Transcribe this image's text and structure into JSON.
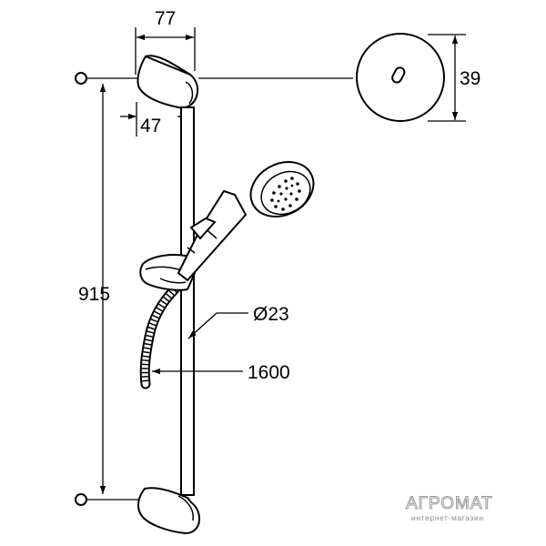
{
  "dimensions": {
    "width_top": "77",
    "height_disc": "39",
    "offset_bracket": "47",
    "length_rail": "915",
    "diameter_rail": "Ø23",
    "length_hose": "1600"
  },
  "watermark": {
    "brand": "АГРОМАТ",
    "tagline": "интернет-магазин"
  }
}
